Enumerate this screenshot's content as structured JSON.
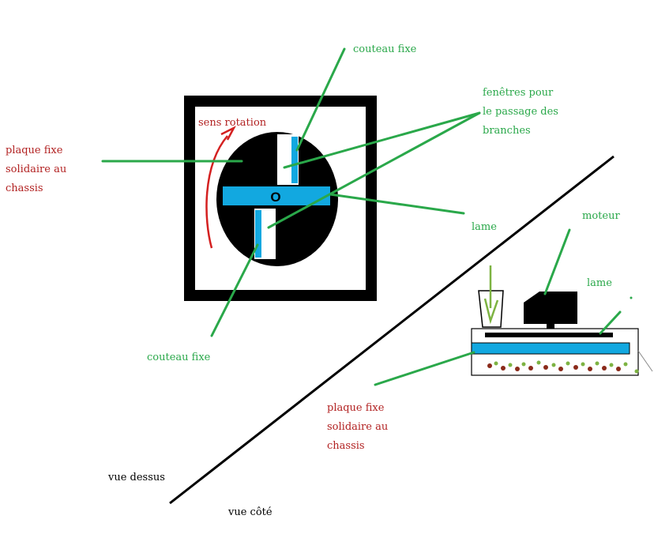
{
  "colors": {
    "green": "#2aa84a",
    "red": "#b22222",
    "blue": "#12a8e0",
    "black": "#000000",
    "debris": "#8a2a1a"
  },
  "top_view": {
    "center_mark": "O",
    "labels": {
      "couteau_fixe_top": "couteau fixe",
      "fenetres": [
        "fenêtres pour",
        "le passage des",
        "branches"
      ],
      "sens_rotation": "sens rotation",
      "plaque_fixe": [
        "plaque fixe",
        "solidaire au",
        "chassis"
      ],
      "lame": "lame",
      "couteau_fixe_bottom": "couteau fixe"
    }
  },
  "side_view": {
    "labels": {
      "moteur": "moteur",
      "lame": "lame",
      "plaque_fixe": [
        "plaque fixe",
        "solidaire au",
        "chassis"
      ]
    }
  },
  "view_labels": {
    "vue_dessus": "vue dessus",
    "vue_cote": "vue côté"
  }
}
